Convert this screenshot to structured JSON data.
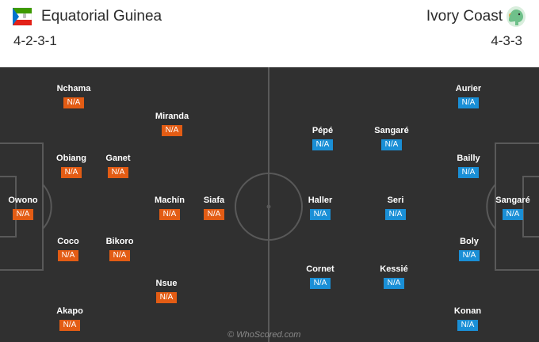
{
  "header": {
    "home_team": "Equatorial Guinea",
    "home_formation": "4-2-3-1",
    "away_team": "Ivory Coast",
    "away_formation": "4-3-3"
  },
  "colors": {
    "pitch": "#303030",
    "home_rating": "#e35c14",
    "away_rating": "#1a8fd6"
  },
  "home_players": [
    {
      "name": "Nchama",
      "rating": "N/A"
    },
    {
      "name": "Miranda",
      "rating": "N/A"
    },
    {
      "name": "Obiang",
      "rating": "N/A"
    },
    {
      "name": "Ganet",
      "rating": "N/A"
    },
    {
      "name": "Owono",
      "rating": "N/A"
    },
    {
      "name": "Machín",
      "rating": "N/A"
    },
    {
      "name": "Siafa",
      "rating": "N/A"
    },
    {
      "name": "Coco",
      "rating": "N/A"
    },
    {
      "name": "Bikoro",
      "rating": "N/A"
    },
    {
      "name": "Nsue",
      "rating": "N/A"
    },
    {
      "name": "Akapo",
      "rating": "N/A"
    }
  ],
  "away_players": [
    {
      "name": "Aurier",
      "rating": "N/A"
    },
    {
      "name": "Pépé",
      "rating": "N/A"
    },
    {
      "name": "Sangaré",
      "rating": "N/A"
    },
    {
      "name": "Bailly",
      "rating": "N/A"
    },
    {
      "name": "Haller",
      "rating": "N/A"
    },
    {
      "name": "Seri",
      "rating": "N/A"
    },
    {
      "name": "Sangaré",
      "rating": "N/A"
    },
    {
      "name": "Boly",
      "rating": "N/A"
    },
    {
      "name": "Cornet",
      "rating": "N/A"
    },
    {
      "name": "Kessié",
      "rating": "N/A"
    },
    {
      "name": "Konan",
      "rating": "N/A"
    }
  ],
  "watermark": "© WhoScored.com"
}
